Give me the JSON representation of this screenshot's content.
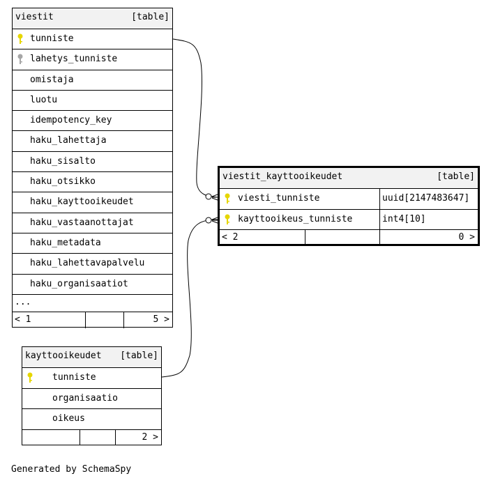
{
  "tables": {
    "viestit": {
      "name": "viestit",
      "kind": "[table]",
      "columns": [
        {
          "name": "tunniste",
          "key": "primary"
        },
        {
          "name": "lahetys_tunniste",
          "key": "foreign"
        },
        {
          "name": "omistaja",
          "key": ""
        },
        {
          "name": "luotu",
          "key": ""
        },
        {
          "name": "idempotency_key",
          "key": ""
        },
        {
          "name": "haku_lahettaja",
          "key": ""
        },
        {
          "name": "haku_sisalto",
          "key": ""
        },
        {
          "name": "haku_otsikko",
          "key": ""
        },
        {
          "name": "haku_kayttooikeudet",
          "key": ""
        },
        {
          "name": "haku_vastaanottajat",
          "key": ""
        },
        {
          "name": "haku_metadata",
          "key": ""
        },
        {
          "name": "haku_lahettavapalvelu",
          "key": ""
        },
        {
          "name": "haku_organisaatiot",
          "key": ""
        }
      ],
      "more": "...",
      "parents": "< 1",
      "children": "5 >"
    },
    "viestit_kayttooikeudet": {
      "name": "viestit_kayttooikeudet",
      "kind": "[table]",
      "columns": [
        {
          "name": "viesti_tunniste",
          "type": "uuid[2147483647]",
          "key": "primary"
        },
        {
          "name": "kayttooikeus_tunniste",
          "type": "int4[10]",
          "key": "primary"
        }
      ],
      "parents": "< 2",
      "children": "0 >"
    },
    "kayttooikeudet": {
      "name": "kayttooikeudet",
      "kind": "[table]",
      "columns": [
        {
          "name": "tunniste",
          "key": "primary"
        },
        {
          "name": "organisaatio",
          "key": ""
        },
        {
          "name": "oikeus",
          "key": ""
        }
      ],
      "children": "2 >"
    }
  },
  "colors": {
    "primary_key": "#e6d600",
    "foreign_key": "#a6a6a6",
    "header_bg": "#f2f2f2"
  },
  "footer": "Generated by SchemaSpy"
}
